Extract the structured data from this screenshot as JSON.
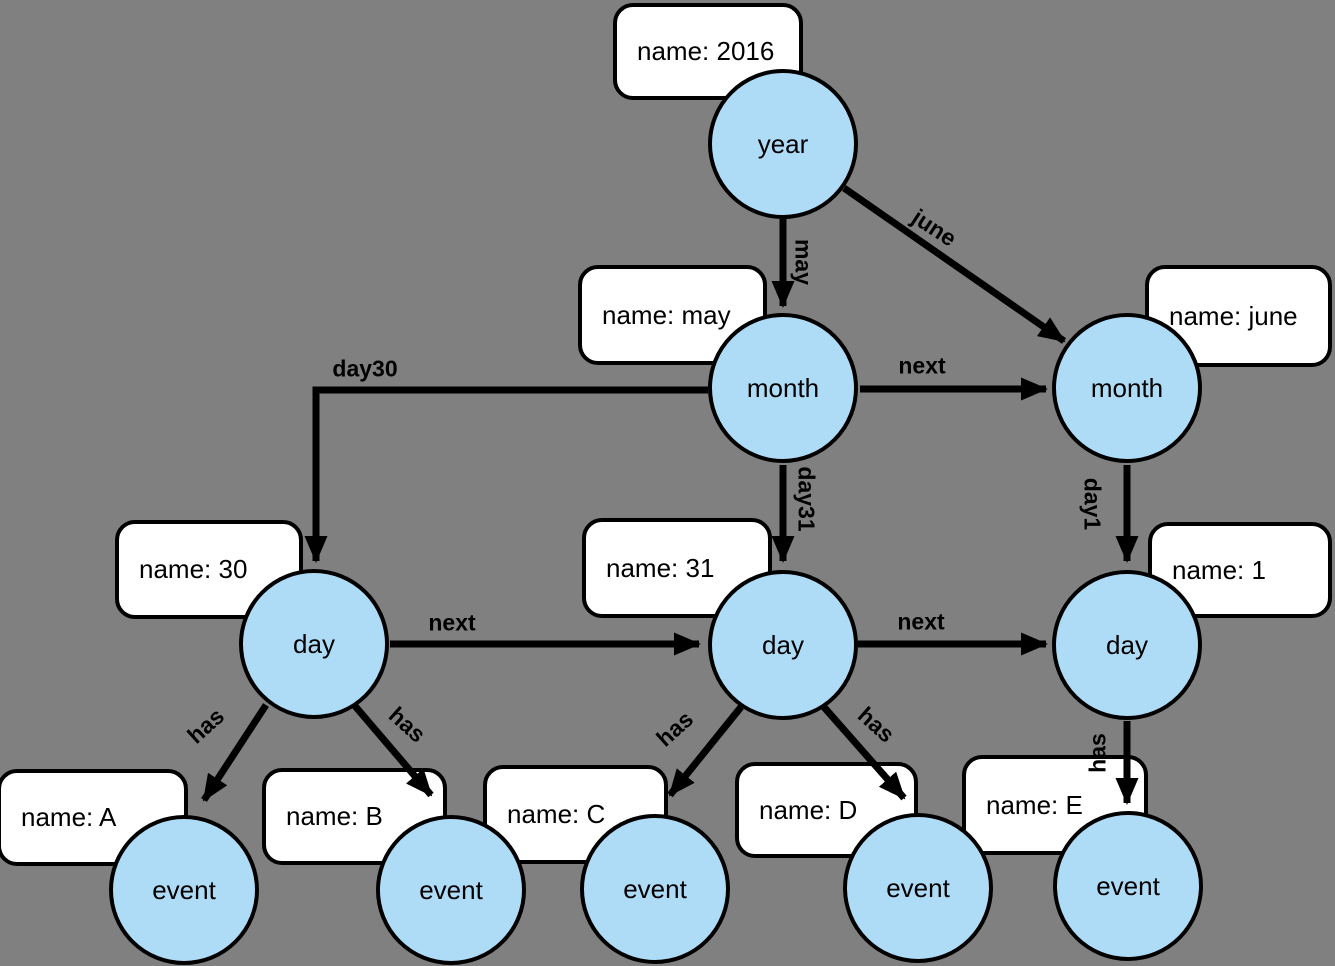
{
  "colors": {
    "background": "#808080",
    "node_fill": "#AEDCF7",
    "node_border": "#000000",
    "property_box_fill": "#FFFFFF",
    "edge_color": "#000000",
    "text_color": "#000000"
  },
  "nodes": {
    "year": "year",
    "month_may": "month",
    "month_june": "month",
    "day_30": "day",
    "day_31": "day",
    "day_1": "day",
    "event_a": "event",
    "event_b": "event",
    "event_c": "event",
    "event_d": "event",
    "event_e": "event"
  },
  "properties": {
    "year": "name: 2016",
    "month_may": "name: may",
    "month_june": "name: june",
    "day_30": "name: 30",
    "day_31": "name: 31",
    "day_1": "name: 1",
    "event_a": "name: A",
    "event_b": "name: B",
    "event_c": "name: C",
    "event_d": "name: D",
    "event_e": "name: E"
  },
  "edge_labels": {
    "may": "may",
    "june": "june",
    "next_month": "next",
    "day30": "day30",
    "day31": "day31",
    "day1": "day1",
    "next_day_30_31": "next",
    "next_day_31_1": "next",
    "has_a": "has",
    "has_b": "has",
    "has_c": "has",
    "has_d": "has",
    "has_e": "has"
  }
}
